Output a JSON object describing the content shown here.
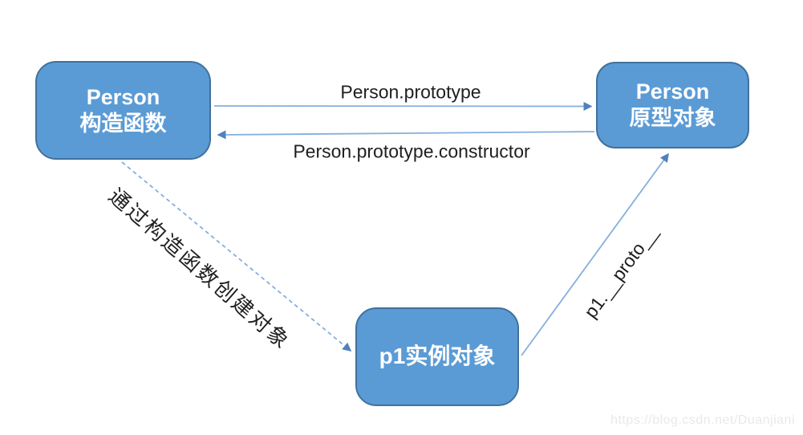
{
  "nodes": {
    "ctor": {
      "line1": "Person",
      "line2": "构造函数"
    },
    "proto": {
      "line1": "Person",
      "line2": "原型对象"
    },
    "instance": {
      "label": "p1实例对象"
    }
  },
  "edges": {
    "prototype": {
      "label": "Person.prototype",
      "style": "solid",
      "direction": "constructor-to-prototype"
    },
    "constructor_back": {
      "label": "Person.prototype.constructor",
      "style": "solid",
      "direction": "prototype-to-constructor"
    },
    "create": {
      "label": "通过构造函数创建对象",
      "style": "dashed",
      "direction": "constructor-to-instance"
    },
    "proto_ref": {
      "label": "p1.__proto__",
      "style": "solid",
      "direction": "instance-to-prototype"
    }
  },
  "colors": {
    "node_fill": "#5b9bd5",
    "node_border": "#41719c",
    "arrow_line": "#85aedd",
    "arrow_head": "#4f81bd",
    "label_text": "#1f1f1f",
    "node_text": "#ffffff",
    "watermark": "#e9e9e9"
  },
  "watermark": "https://blog.csdn.net/Duanjiani"
}
